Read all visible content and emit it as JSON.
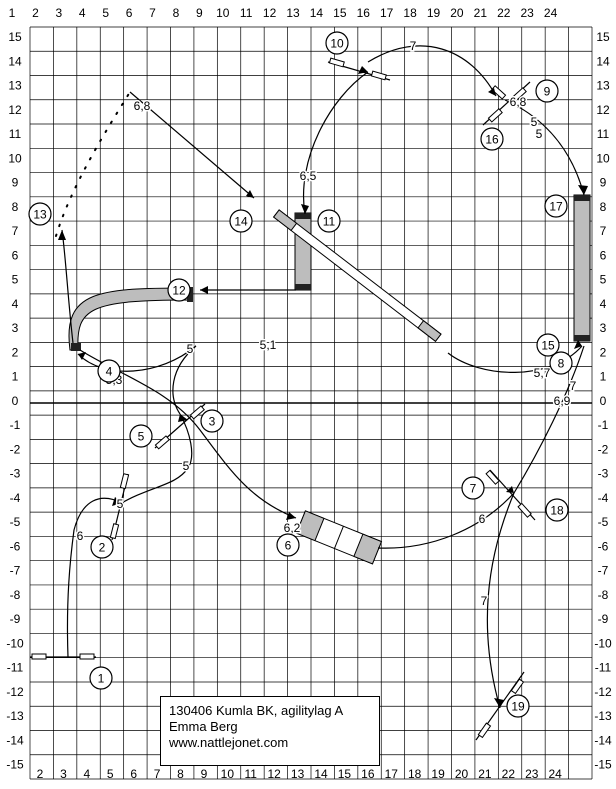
{
  "grid": {
    "top_cols": [
      "1",
      "2",
      "3",
      "4",
      "5",
      "6",
      "7",
      "8",
      "9",
      "10",
      "11",
      "12",
      "13",
      "14",
      "15",
      "16",
      "17",
      "18",
      "19",
      "20",
      "21",
      "22",
      "23",
      "24"
    ],
    "bottom_cols": [
      "2",
      "3",
      "4",
      "5",
      "6",
      "7",
      "8",
      "9",
      "10",
      "11",
      "12",
      "13",
      "14",
      "15",
      "16",
      "17",
      "18",
      "19",
      "20",
      "21",
      "22",
      "23",
      "24"
    ],
    "rows": [
      "15",
      "14",
      "13",
      "12",
      "11",
      "10",
      "9",
      "8",
      "7",
      "6",
      "5",
      "4",
      "3",
      "2",
      "1",
      "0",
      "-1",
      "-2",
      "-3",
      "-4",
      "-5",
      "-6",
      "-7",
      "-8",
      "-9",
      "-10",
      "-11",
      "-12",
      "-13",
      "-14",
      "-15"
    ]
  },
  "obstacles": [
    {
      "n": "1"
    },
    {
      "n": "2"
    },
    {
      "n": "3"
    },
    {
      "n": "4"
    },
    {
      "n": "5"
    },
    {
      "n": "6"
    },
    {
      "n": "7"
    },
    {
      "n": "8"
    },
    {
      "n": "9"
    },
    {
      "n": "10"
    },
    {
      "n": "11"
    },
    {
      "n": "12"
    },
    {
      "n": "13"
    },
    {
      "n": "14"
    },
    {
      "n": "15"
    },
    {
      "n": "16"
    },
    {
      "n": "17"
    },
    {
      "n": "18"
    },
    {
      "n": "19"
    }
  ],
  "distances": [
    "6",
    "5",
    "5,3",
    "5",
    "6,8",
    "5",
    "5,1",
    "6,5",
    "7",
    "6,8",
    "5",
    "5",
    "5,7",
    "7",
    "6,9",
    "6",
    "7",
    "6,2"
  ],
  "info": {
    "line1": "130406 Kumla BK, agilitylag A",
    "line2": "Emma Berg",
    "line3": "www.nattlejonet.com"
  }
}
